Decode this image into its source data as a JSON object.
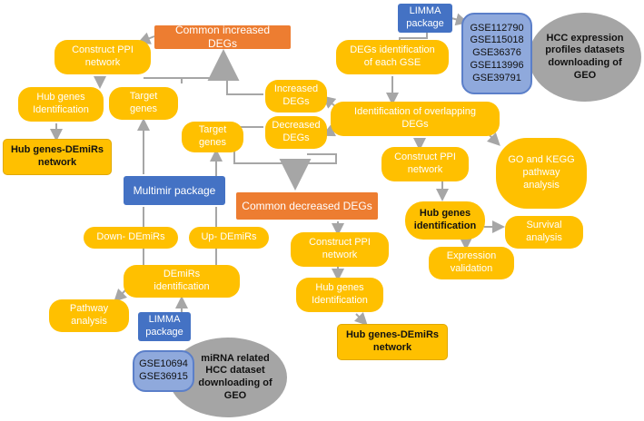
{
  "nodes": {
    "limma_top": "LIMMA\npackage",
    "gse_top": "GSE112790\nGSE115018\nGSE36376\nGSE113996\nGSE39791",
    "geo_top": "HCC expression\nprofiles datasets\ndownloading of\nGEO",
    "common_inc": "Common increased DEGs",
    "common_dec": "Common decreased DEGs",
    "degs_each": "DEGs identification\nof each GSE",
    "increased": "Increased\nDEGs",
    "decreased": "Decreased\nDEGs",
    "overlap": "Identification of overlapping\nDEGs",
    "ppi_left": "Construct PPI\nnetwork",
    "hub_left": "Hub genes\nIdentification",
    "hubnet_left": "Hub genes-DEmiRs\nnetwork",
    "target_top": "Target\ngenes",
    "target_mid": "Target\ngenes",
    "multimir": "Multimir package",
    "down": "Down- DEmiRs",
    "up": "Up- DEmiRs",
    "demirs": "DEmiRs\nidentification",
    "pathway": "Pathway\nanalysis",
    "limma_bot": "LIMMA\npackage",
    "gse_bot": "GSE10694\nGSE36915",
    "geo_bot": "miRNA related\nHCC dataset\ndownloading of\nGEO",
    "ppi_mid": "Construct PPI\nnetwork",
    "hub_mid": "Hub genes\nIdentification",
    "hubnet_mid": "Hub genes-DEmiRs\nnetwork",
    "ppi_right": "Construct PPI\nnetwork",
    "hub_right": "Hub genes\nidentification",
    "go_kegg": "GO and KEGG\npathway\nanalysis",
    "survival": "Survival\nanalysis",
    "expression": "Expression\nvalidation"
  }
}
